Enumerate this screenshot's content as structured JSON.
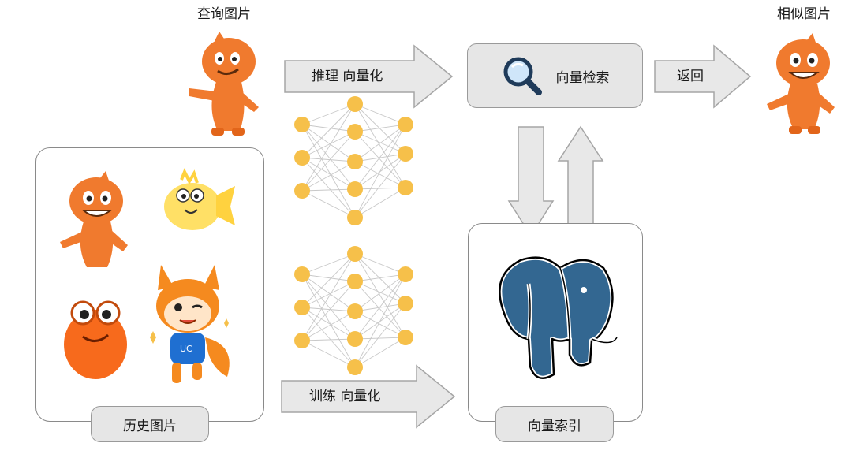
{
  "query_image": {
    "label": "查询图片"
  },
  "similar_image": {
    "label": "相似图片"
  },
  "history_images": {
    "label": "历史图片"
  },
  "vector_index": {
    "label": "向量索引"
  },
  "vector_search": {
    "label": "向量检索",
    "icon": "magnifier-icon"
  },
  "arrows": {
    "infer": "推理 向量化",
    "train": "训练 向量化",
    "return": "返回"
  },
  "colors": {
    "mascot_orange": "#f07a2e",
    "neuron": "#f6c04a",
    "elephant_blue": "#336791",
    "arrow_fill": "#e8e8e8",
    "arrow_stroke": "#a5a5a5"
  }
}
